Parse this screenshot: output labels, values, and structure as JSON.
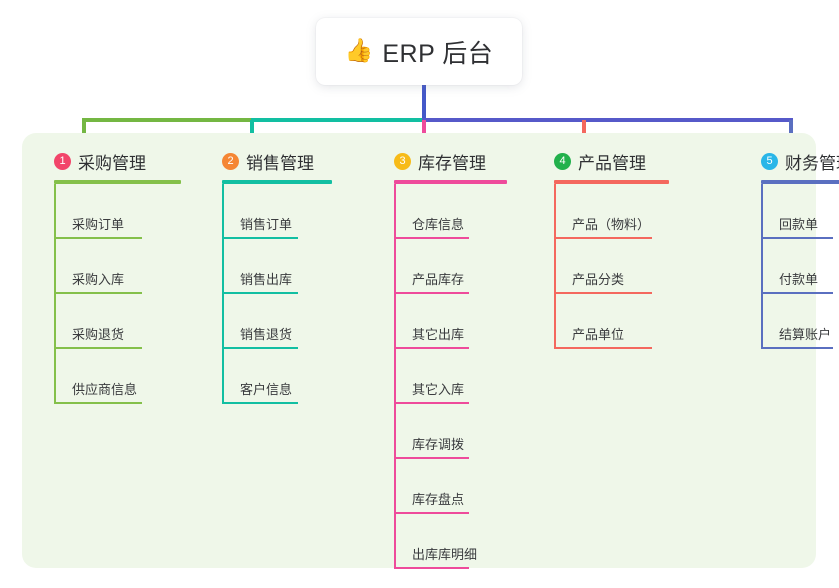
{
  "root": {
    "emoji": "👍",
    "icon_name": "thumbs-up-icon",
    "title": "ERP 后台"
  },
  "palette": {
    "panel_bg": "#eff7e9",
    "page_bg": "#ffffff",
    "text": "#2f3033",
    "stem": "#4458c9",
    "bus_green": "#74b743",
    "bus_teal": "#12bfa2",
    "bus_blue": "#5659c9"
  },
  "columns": [
    {
      "index": "1",
      "title": "采购管理",
      "badge_color": "#f2456a",
      "line_color": "#84c04a",
      "stub_color": "#74b743",
      "leaves": [
        "采购订单",
        "采购入库",
        "采购退货",
        "供应商信息"
      ]
    },
    {
      "index": "2",
      "title": "销售管理",
      "badge_color": "#f58634",
      "line_color": "#12bfa2",
      "stub_color": "#12bfa2",
      "leaves": [
        "销售订单",
        "销售出库",
        "销售退货",
        "客户信息"
      ]
    },
    {
      "index": "3",
      "title": "库存管理",
      "badge_color": "#f7bb18",
      "line_color": "#ee4b9b",
      "stub_color": "#ee4b9b",
      "leaves": [
        "仓库信息",
        "产品库存",
        "其它出库",
        "其它入库",
        "库存调拨",
        "库存盘点",
        "出库库明细"
      ]
    },
    {
      "index": "4",
      "title": "产品管理",
      "badge_color": "#22b14c",
      "line_color": "#f4685e",
      "stub_color": "#f4685e",
      "leaves": [
        "产品（物料）",
        "产品分类",
        "产品单位"
      ]
    },
    {
      "index": "5",
      "title": "财务管理",
      "badge_color": "#29b6e8",
      "line_color": "#5a6fc0",
      "stub_color": "#5a6fc0",
      "leaves": [
        "回款单",
        "付款单",
        "结算账户"
      ]
    }
  ]
}
